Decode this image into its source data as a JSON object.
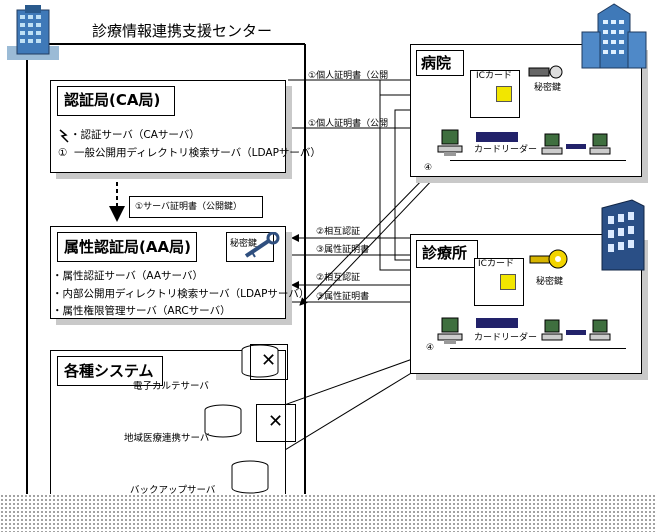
{
  "header": {
    "title": "診療情報連携支援センター"
  },
  "ca": {
    "title": "認証局(CA局)",
    "items": [
      "・認証サーバ（CAサーバ）",
      "一般公開用ディレクトリ検索サーバ（LDAPサーバ）"
    ],
    "circled_1": "①"
  },
  "server_cert_note": "①サーバ証明書（公開鍵）",
  "aa": {
    "title": "属性認証局(AA局)",
    "secret_key": "秘密鍵",
    "items": [
      "・属性認証サーバ（AAサーバ）",
      "・内部公開用ディレクトリ検索サーバ（LDAPサーバ）",
      "・属性権限管理サーバ（ARCサーバ）"
    ]
  },
  "systems": {
    "title": "各種システム",
    "servers": [
      "電子カルテサーバ",
      "地域医療連携サーバ",
      "バックアップサーバ"
    ]
  },
  "hospital": {
    "title": "病院",
    "ic_card": "ICカード",
    "secret_key": "秘密鍵",
    "card_reader": "カードリーダー"
  },
  "clinic": {
    "title": "診療所",
    "ic_card": "ICカード",
    "secret_key": "秘密鍵",
    "card_reader": "カードリーダー"
  },
  "arrows": {
    "personal_cert_1": "①個人証明書（公開",
    "personal_cert_2": "①個人証明書（公開",
    "mutual_auth_1": "②相互認証",
    "attr_cert_1": "③属性証明書",
    "mutual_auth_2": "②相互認証",
    "attr_cert_2": "③属性証明書",
    "circle4_a": "④",
    "circle4_b": "④"
  },
  "icons": [
    "building-icon",
    "key-icon",
    "pc-terminal-icon",
    "database-icon",
    "x-mark-icon"
  ],
  "colors": {
    "chip": "#f2e600",
    "building_blue": "#3f79b8",
    "shadow": "#c9c9c9"
  }
}
